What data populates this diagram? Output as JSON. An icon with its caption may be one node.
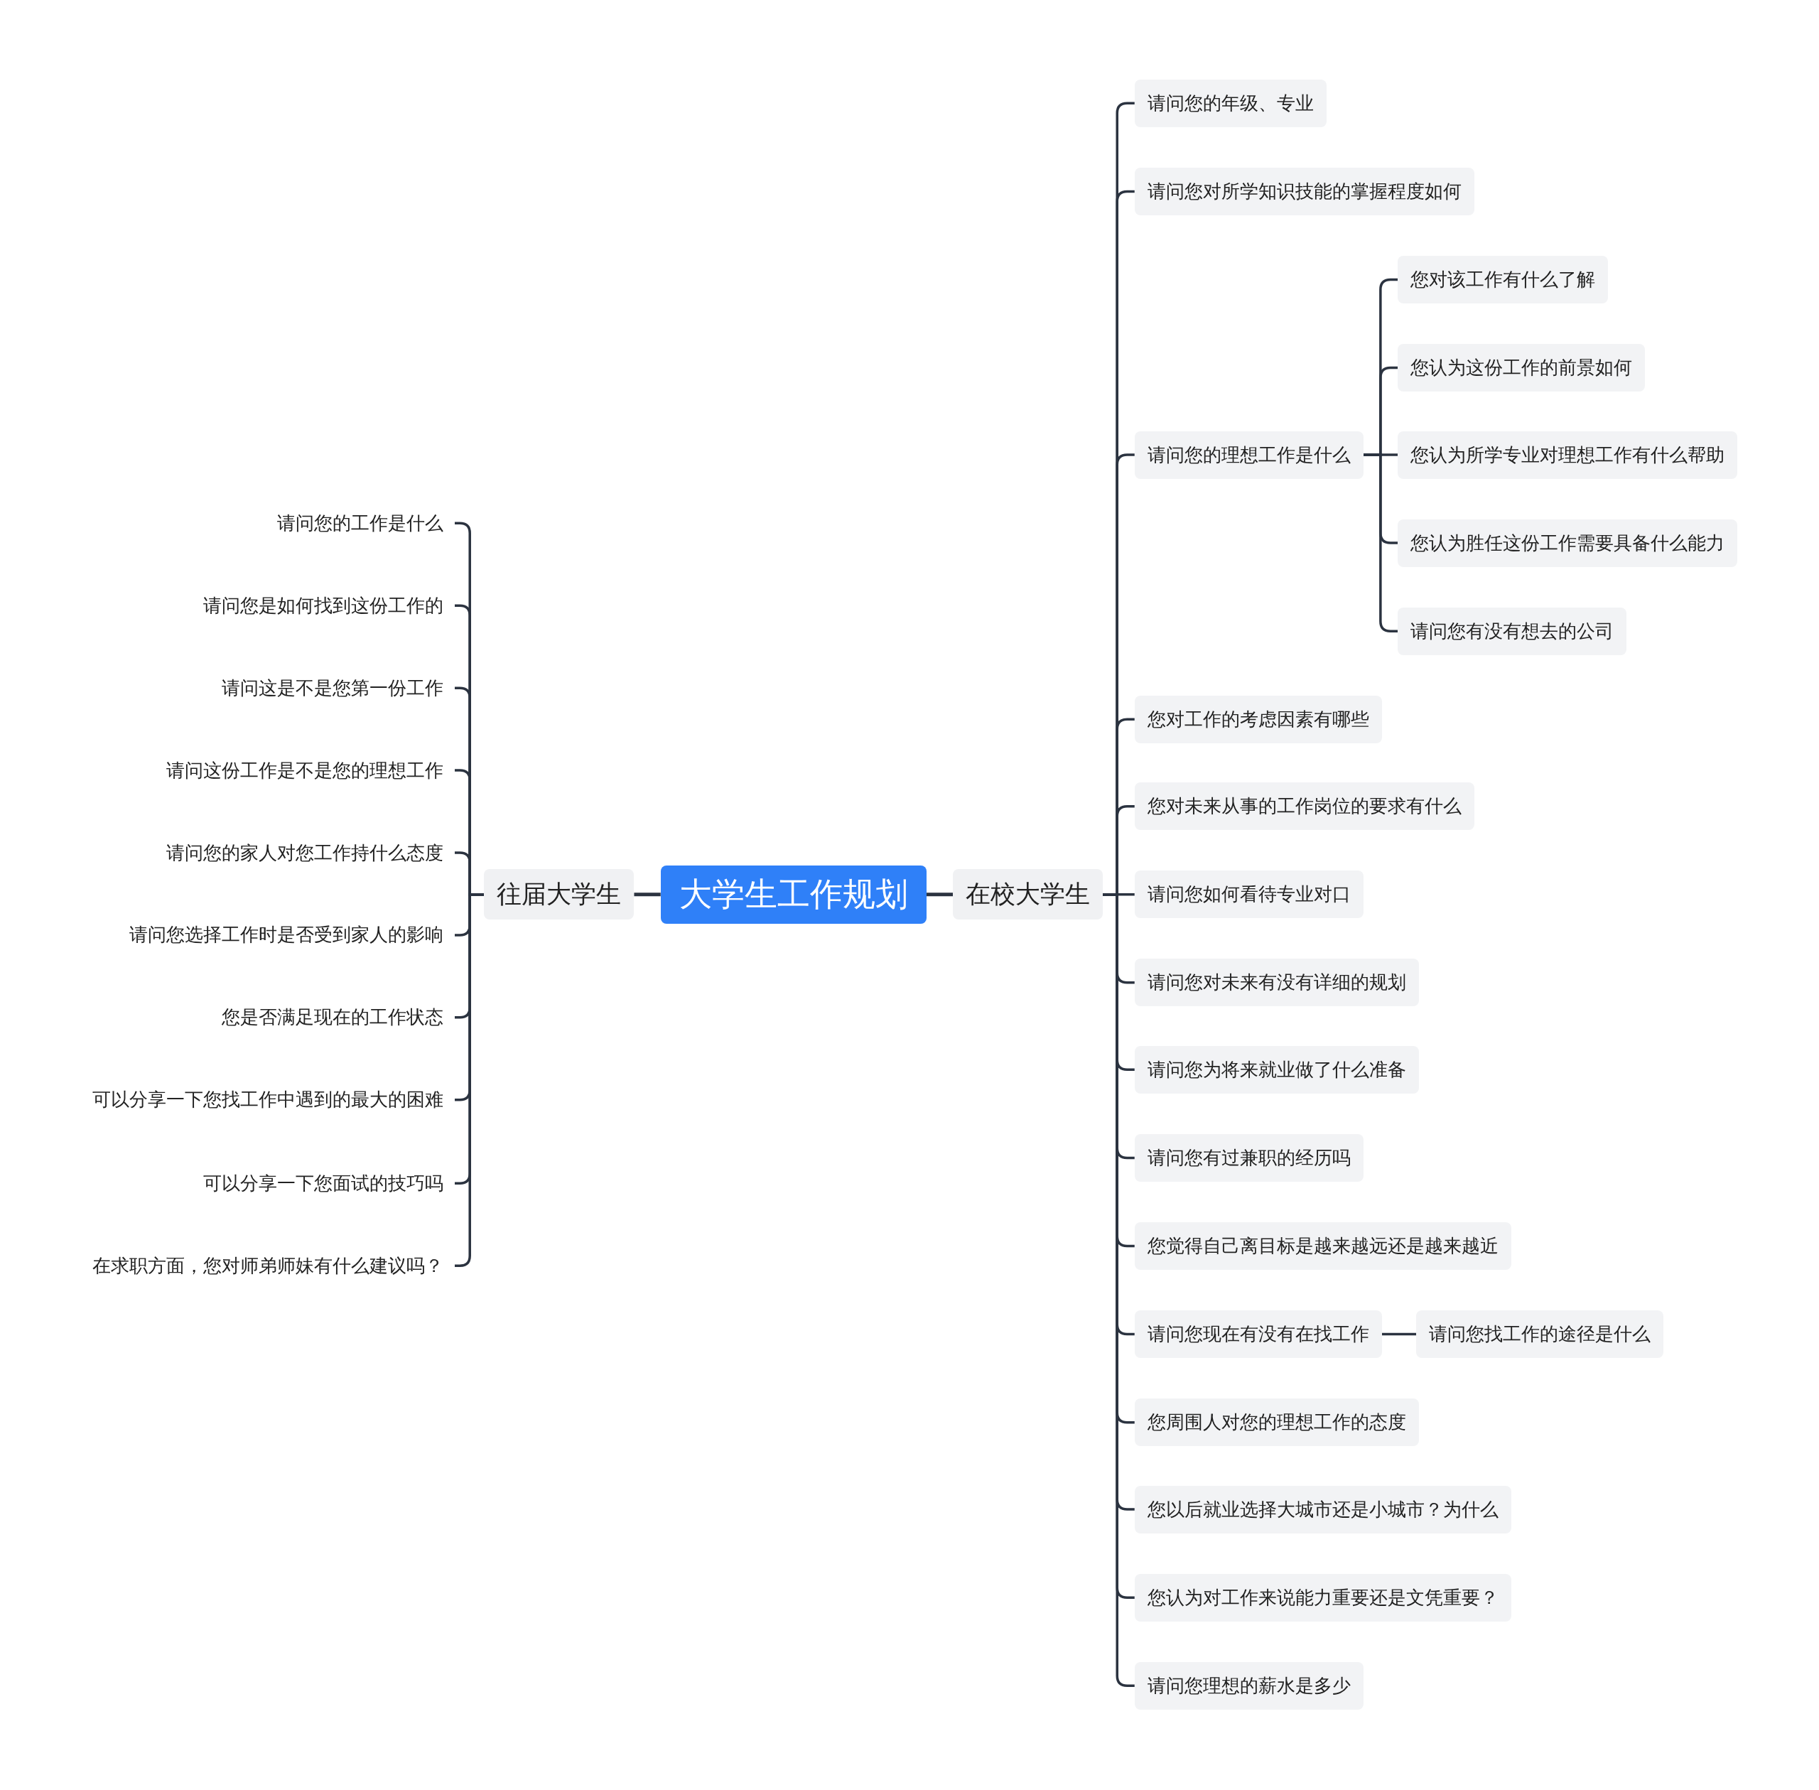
{
  "diagram": {
    "nodes": [
      {
        "text": [
          "大学生工作规划"
        ]
      },
      {
        "text": [
          "往届大学生"
        ]
      },
      {
        "text": [
          "在校大学生"
        ]
      },
      {
        "text": [
          "请问您的工作是什么"
        ]
      },
      {
        "text": [
          "请问您是如何找到这份工作的"
        ]
      },
      {
        "text": [
          "请问这是不是您第一份工作"
        ]
      },
      {
        "text": [
          "请问这份工作是不是您的理想工作"
        ]
      },
      {
        "text": [
          "请问您的家人对您工作持什么态度"
        ]
      },
      {
        "text": [
          "请问您选择工作时是否受到家人的影响"
        ]
      },
      {
        "text": [
          "您是否满足现在的工作状态"
        ]
      },
      {
        "text": [
          "可以分享一下您找工作中遇到的最大的困难"
        ]
      },
      {
        "text": [
          "可以分享一下您面试的技巧吗"
        ]
      },
      {
        "text": [
          "在求职方面，您对师弟师妹有什么建议吗？"
        ]
      },
      {
        "text": [
          "请问您的年级、专业"
        ]
      },
      {
        "text": [
          "请问您对所学知识技能的掌握程度如何"
        ]
      },
      {
        "text": [
          "请问您的理想工作是什么"
        ]
      },
      {
        "text": [
          "您对该工作有什么了解"
        ]
      },
      {
        "text": [
          "您认为这份工作的前景如何"
        ]
      },
      {
        "text": [
          "您认为所学专业对理想工作有什么帮助"
        ]
      },
      {
        "text": [
          "您认为胜任这份工作需要具备什么能力"
        ]
      },
      {
        "text": [
          "请问您有没有想去的公司"
        ]
      },
      {
        "text": [
          "您对工作的考虑因素有哪些"
        ]
      },
      {
        "text": [
          "您对未来从事的工作岗位的要求有什么"
        ]
      },
      {
        "text": [
          "请问您如何看待专业对口"
        ]
      },
      {
        "text": [
          "请问您对未来有没有详细的规划"
        ]
      },
      {
        "text": [
          "请问您为将来就业做了什么准备"
        ]
      },
      {
        "text": [
          "请问您有过兼职的经历吗"
        ]
      },
      {
        "text": [
          "您觉得自己离目标是越来越远还是越来越近"
        ]
      },
      {
        "text": [
          "请问您现在有没有在找工作"
        ]
      },
      {
        "text": [
          "请问您找工作的途径是什么"
        ]
      },
      {
        "text": [
          "您周围人对您的理想工作的态度"
        ]
      },
      {
        "text": [
          "您以后就业选择大城市还是小城市？为什么"
        ]
      },
      {
        "text": [
          "您认为对工作来说能力重要还是文凭重要？"
        ]
      },
      {
        "text": [
          "请问您理想的薪水是多少"
        ]
      }
    ],
    "edges": [
      {
        "from": 0,
        "to": 1,
        "arrow": "none"
      },
      {
        "from": 0,
        "to": 2,
        "arrow": "none"
      },
      {
        "from": 1,
        "to": 3,
        "arrow": "none"
      },
      {
        "from": 1,
        "to": 4,
        "arrow": "none"
      },
      {
        "from": 1,
        "to": 5,
        "arrow": "none"
      },
      {
        "from": 1,
        "to": 6,
        "arrow": "none"
      },
      {
        "from": 1,
        "to": 7,
        "arrow": "none"
      },
      {
        "from": 1,
        "to": 8,
        "arrow": "none"
      },
      {
        "from": 1,
        "to": 9,
        "arrow": "none"
      },
      {
        "from": 1,
        "to": 10,
        "arrow": "none"
      },
      {
        "from": 1,
        "to": 11,
        "arrow": "none"
      },
      {
        "from": 1,
        "to": 12,
        "arrow": "none"
      },
      {
        "from": 2,
        "to": 13,
        "arrow": "none"
      },
      {
        "from": 2,
        "to": 14,
        "arrow": "none"
      },
      {
        "from": 2,
        "to": 15,
        "arrow": "none"
      },
      {
        "from": 15,
        "to": 16,
        "arrow": "none"
      },
      {
        "from": 15,
        "to": 17,
        "arrow": "none"
      },
      {
        "from": 15,
        "to": 18,
        "arrow": "none"
      },
      {
        "from": 15,
        "to": 19,
        "arrow": "none"
      },
      {
        "from": 15,
        "to": 20,
        "arrow": "none"
      },
      {
        "from": 2,
        "to": 21,
        "arrow": "none"
      },
      {
        "from": 2,
        "to": 22,
        "arrow": "none"
      },
      {
        "from": 2,
        "to": 23,
        "arrow": "none"
      },
      {
        "from": 2,
        "to": 24,
        "arrow": "none"
      },
      {
        "from": 2,
        "to": 25,
        "arrow": "none"
      },
      {
        "from": 2,
        "to": 26,
        "arrow": "none"
      },
      {
        "from": 2,
        "to": 27,
        "arrow": "none"
      },
      {
        "from": 2,
        "to": 28,
        "arrow": "none"
      },
      {
        "from": 28,
        "to": 29,
        "arrow": "none"
      },
      {
        "from": 2,
        "to": 30,
        "arrow": "none"
      },
      {
        "from": 2,
        "to": 31,
        "arrow": "none"
      },
      {
        "from": 2,
        "to": 32,
        "arrow": "none"
      },
      {
        "from": 2,
        "to": 33,
        "arrow": "none"
      }
    ]
  }
}
